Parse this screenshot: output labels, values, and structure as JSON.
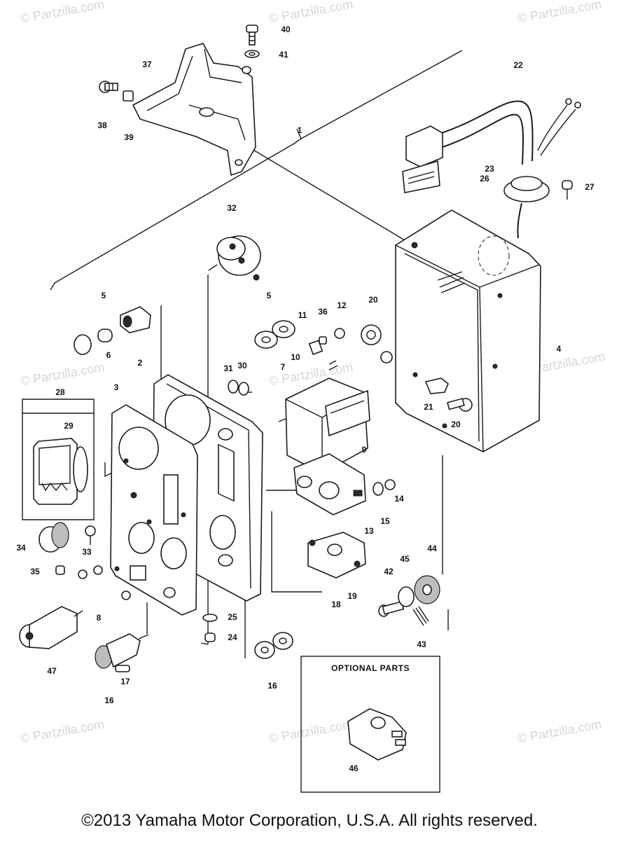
{
  "watermark": "© Partzilla.com",
  "copyright": "©2013  Yamaha Motor Corporation, U.S.A. All rights reserved.",
  "optional_parts_title": "OPTIONAL PARTS",
  "part_labels": [
    "40",
    "41",
    "37",
    "38",
    "39",
    "1",
    "22",
    "26",
    "23",
    "27",
    "32",
    "4",
    "5",
    "5",
    "6",
    "11",
    "36",
    "12",
    "20",
    "2",
    "3",
    "10",
    "7",
    "31",
    "30",
    "28",
    "29",
    "21",
    "20",
    "9",
    "34",
    "33",
    "35",
    "14",
    "15",
    "13",
    "18",
    "19",
    "8",
    "25",
    "24",
    "47",
    "16",
    "16",
    "17",
    "44",
    "45",
    "42",
    "43",
    "46"
  ]
}
